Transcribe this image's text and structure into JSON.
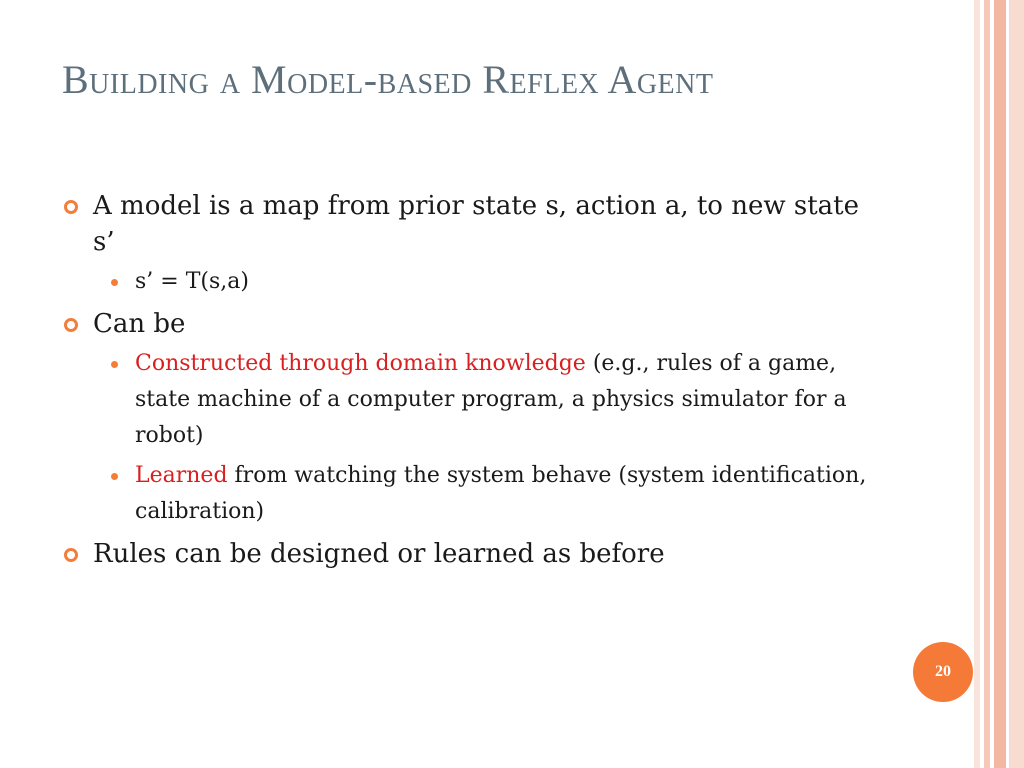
{
  "slide": {
    "title": "Building a Model-based Reflex Agent",
    "page_number": "20",
    "colors": {
      "title": "#5e6f7c",
      "accent": "#f37e3b",
      "highlight": "#d92020",
      "badge": "#f57a37"
    }
  },
  "bullets": [
    {
      "text": "A model is a map from prior state s, action a, to new state s’",
      "subs": [
        {
          "text": "s’ = T(s,a)"
        }
      ]
    },
    {
      "text": "Can be",
      "subs": [
        {
          "highlight": "Constructed through domain knowledge",
          "rest": " (e.g., rules of a game, state machine of a computer program, a physics simulator for a robot)"
        },
        {
          "highlight": "Learned",
          "rest": " from watching the system behave (system identification, calibration)"
        }
      ]
    },
    {
      "text": "Rules can be designed or learned as before"
    }
  ]
}
